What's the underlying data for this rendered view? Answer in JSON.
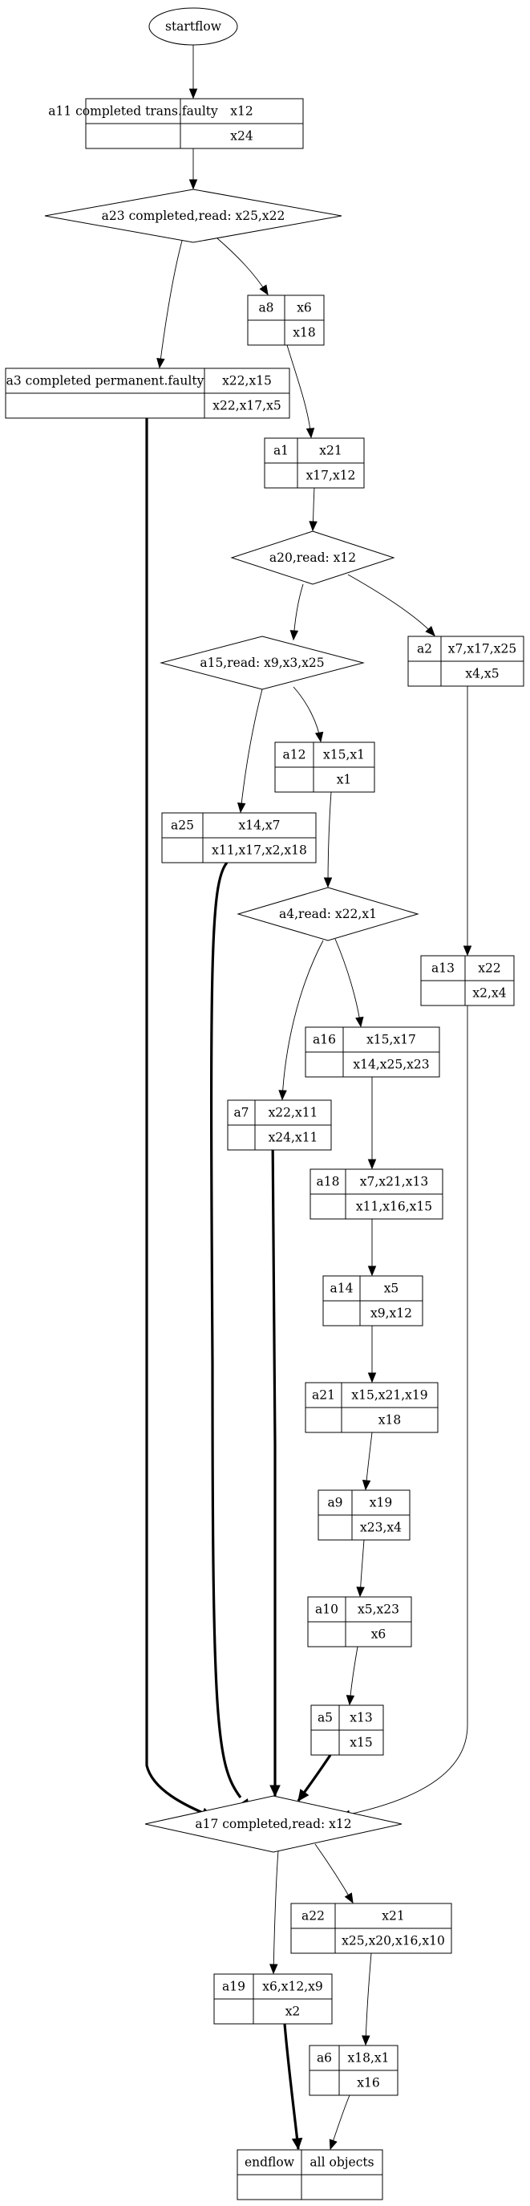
{
  "nodes": {
    "startflow": {
      "label": "startflow"
    },
    "a11": {
      "cells": [
        "a11 completed trans.faulty",
        "x12",
        "",
        "x24"
      ]
    },
    "a23": {
      "label": "a23 completed,read: x25,x22"
    },
    "a8": {
      "cells": [
        "a8",
        "x6",
        "",
        "x18"
      ]
    },
    "a3": {
      "cells": [
        "a3 completed permanent.faulty",
        "x22,x15",
        "",
        "x22,x17,x5"
      ]
    },
    "a1": {
      "cells": [
        "a1",
        "x21",
        "",
        "x17,x12"
      ]
    },
    "a20": {
      "label": "a20,read: x12"
    },
    "a2": {
      "cells": [
        "a2",
        "x7,x17,x25",
        "",
        "x4,x5"
      ]
    },
    "a15": {
      "label": "a15,read: x9,x3,x25"
    },
    "a12": {
      "cells": [
        "a12",
        "x15,x1",
        "",
        "x1"
      ]
    },
    "a25": {
      "cells": [
        "a25",
        "x14,x7",
        "",
        "x11,x17,x2,x18"
      ]
    },
    "a4": {
      "label": "a4,read: x22,x1"
    },
    "a13": {
      "cells": [
        "a13",
        "x22",
        "",
        "x2,x4"
      ]
    },
    "a16": {
      "cells": [
        "a16",
        "x15,x17",
        "",
        "x14,x25,x23"
      ]
    },
    "a7": {
      "cells": [
        "a7",
        "x22,x11",
        "",
        "x24,x11"
      ]
    },
    "a18": {
      "cells": [
        "a18",
        "x7,x21,x13",
        "",
        "x11,x16,x15"
      ]
    },
    "a14": {
      "cells": [
        "a14",
        "x5",
        "",
        "x9,x12"
      ]
    },
    "a21": {
      "cells": [
        "a21",
        "x15,x21,x19",
        "",
        "x18"
      ]
    },
    "a9": {
      "cells": [
        "a9",
        "x19",
        "",
        "x23,x4"
      ]
    },
    "a10": {
      "cells": [
        "a10",
        "x5,x23",
        "",
        "x6"
      ]
    },
    "a5": {
      "cells": [
        "a5",
        "x13",
        "",
        "x15"
      ]
    },
    "a17": {
      "label": "a17 completed,read: x12"
    },
    "a22": {
      "cells": [
        "a22",
        "x21",
        "",
        "x25,x20,x16,x10"
      ]
    },
    "a19": {
      "cells": [
        "a19",
        "x6,x12,x9",
        "",
        "x2"
      ]
    },
    "a6": {
      "cells": [
        "a6",
        "x18,x1",
        "",
        "x16"
      ]
    },
    "endflow": {
      "cells": [
        "endflow",
        "all objects",
        "",
        ""
      ]
    }
  },
  "edges": [
    {
      "from": "startflow",
      "to": "a11",
      "bold": false
    },
    {
      "from": "a11",
      "to": "a23",
      "bold": false
    },
    {
      "from": "a23",
      "to": "a3",
      "bold": false
    },
    {
      "from": "a23",
      "to": "a8",
      "bold": false
    },
    {
      "from": "a8",
      "to": "a1",
      "bold": false
    },
    {
      "from": "a1",
      "to": "a20",
      "bold": false
    },
    {
      "from": "a20",
      "to": "a15",
      "bold": false
    },
    {
      "from": "a20",
      "to": "a2",
      "bold": false
    },
    {
      "from": "a15",
      "to": "a25",
      "bold": false
    },
    {
      "from": "a15",
      "to": "a12",
      "bold": false
    },
    {
      "from": "a12",
      "to": "a4",
      "bold": false
    },
    {
      "from": "a4",
      "to": "a7",
      "bold": false
    },
    {
      "from": "a4",
      "to": "a16",
      "bold": false
    },
    {
      "from": "a2",
      "to": "a13",
      "bold": false
    },
    {
      "from": "a16",
      "to": "a18",
      "bold": false
    },
    {
      "from": "a18",
      "to": "a14",
      "bold": false
    },
    {
      "from": "a14",
      "to": "a21",
      "bold": false
    },
    {
      "from": "a21",
      "to": "a9",
      "bold": false
    },
    {
      "from": "a9",
      "to": "a10",
      "bold": false
    },
    {
      "from": "a10",
      "to": "a5",
      "bold": false
    },
    {
      "from": "a3",
      "to": "a17",
      "bold": true
    },
    {
      "from": "a25",
      "to": "a17",
      "bold": true
    },
    {
      "from": "a7",
      "to": "a17",
      "bold": true
    },
    {
      "from": "a5",
      "to": "a17",
      "bold": true
    },
    {
      "from": "a13",
      "to": "a17",
      "bold": false
    },
    {
      "from": "a17",
      "to": "a19",
      "bold": false
    },
    {
      "from": "a17",
      "to": "a22",
      "bold": false
    },
    {
      "from": "a22",
      "to": "a6",
      "bold": false
    },
    {
      "from": "a19",
      "to": "endflow",
      "bold": true
    },
    {
      "from": "a6",
      "to": "endflow",
      "bold": false
    }
  ]
}
